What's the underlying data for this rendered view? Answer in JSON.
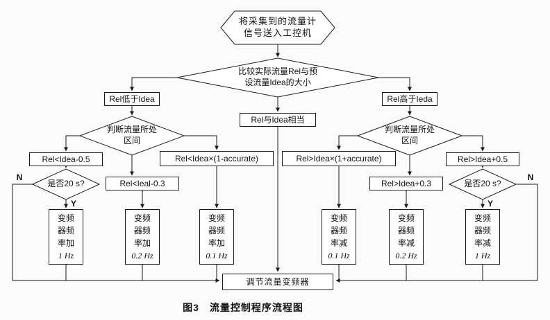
{
  "caption": {
    "fig": "图3",
    "title": "流量控制程序流程图"
  },
  "nodes": {
    "start": {
      "lines": [
        "将采集到的流量计",
        "信号送入工控机"
      ]
    },
    "compare": {
      "lines": [
        "比较实际流量Rel与预",
        "设流量Idea的大小"
      ]
    },
    "rel_low": "Rel低于Idea",
    "rel_equal": "Rel与Idea相当",
    "rel_high": "Rel高于Ieda",
    "judge_left": {
      "lines": [
        "判断流量所处",
        "区间"
      ]
    },
    "judge_right": {
      "lines": [
        "判断流量所处",
        "区间"
      ]
    },
    "cond_l1": "Rel<Idea-0.5",
    "cond_l2": "Rel<Ieal-0.3",
    "cond_l3": "Rel<Idea×(1-accurate)",
    "cond_r1": "Rel>Idea×(1+accurate)",
    "cond_r2": "Rel>Idea+0.3",
    "cond_r3": "Rel>Idea+0.5",
    "timer_left": "是否20 s?",
    "timer_right": "是否20 s?",
    "act_l1": {
      "lines": [
        "变频",
        "器频",
        "率加",
        "1 Hz"
      ]
    },
    "act_l2": {
      "lines": [
        "变频",
        "器频",
        "率加",
        "0.2 Hz"
      ]
    },
    "act_l3": {
      "lines": [
        "变频",
        "器频",
        "率加",
        "0.1 Hz"
      ]
    },
    "act_r1": {
      "lines": [
        "变频",
        "器频",
        "率减",
        "0.1 Hz"
      ]
    },
    "act_r2": {
      "lines": [
        "变频",
        "器频",
        "率减",
        "0.2 Hz"
      ]
    },
    "act_r3": {
      "lines": [
        "变频",
        "器频",
        "率减",
        "1 Hz"
      ]
    },
    "final": "调节流量变频器"
  },
  "branch_labels": {
    "no": "N",
    "yes": "Y"
  }
}
